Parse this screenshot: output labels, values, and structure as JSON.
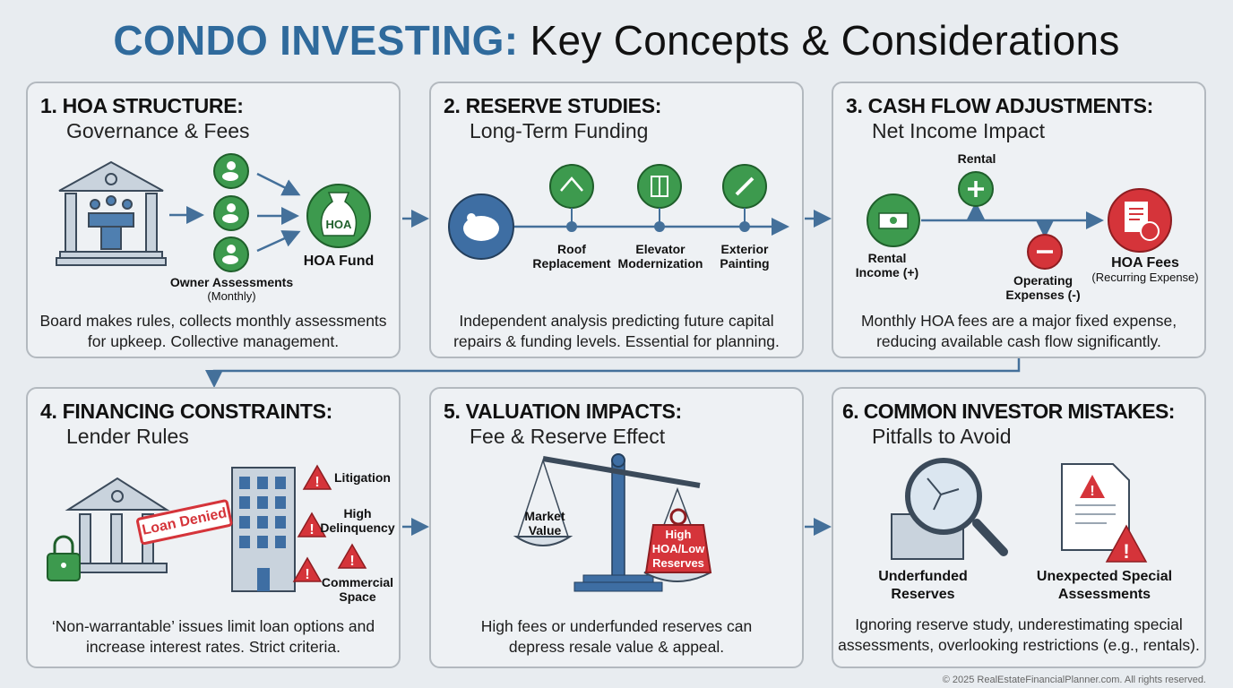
{
  "title": {
    "highlight": "CONDO INVESTING:",
    "rest": "Key Concepts & Considerations"
  },
  "panels": [
    {
      "heading": "1. HOA STRUCTURE:",
      "subheading": "Governance & Fees",
      "labels": {
        "owners": "Owner Assessments",
        "owners_sub": "(Monthly)",
        "fund": "HOA Fund",
        "fund_icon": "HOA"
      },
      "description": "Board makes rules, collects monthly assessments for upkeep. Collective management."
    },
    {
      "heading": "2. RESERVE STUDIES:",
      "subheading": "Long-Term Funding",
      "labels": {
        "roof": "Roof Replacement",
        "elevator": "Elevator Modernization",
        "painting": "Exterior Painting"
      },
      "description": "Independent analysis predicting future capital repairs & funding levels. Essential for planning."
    },
    {
      "heading": "3. CASH FLOW ADJUSTMENTS:",
      "subheading": "Net Income Impact",
      "labels": {
        "rental_top": "Rental",
        "income": "Rental Income (+)",
        "opex": "Operating Expenses (-)",
        "hoa": "HOA Fees",
        "hoa_sub": "(Recurring Expense)"
      },
      "description": "Monthly HOA fees are a major fixed expense, reducing available cash flow significantly."
    },
    {
      "heading": "4. FINANCING CONSTRAINTS:",
      "subheading": "Lender Rules",
      "labels": {
        "stamp": "Loan Denied",
        "litigation": "Litigation",
        "delinquency": "High Delinquency",
        "commercial": "Commercial Space"
      },
      "description": "‘Non-warrantable’ issues limit loan options and increase interest rates. Strict criteria."
    },
    {
      "heading": "5. VALUATION IMPACTS:",
      "subheading": "Fee & Reserve Effect",
      "labels": {
        "market": "Market Value",
        "weight": "High HOA/Low Reserves"
      },
      "description": "High fees or underfunded reserves can depress resale value & appeal."
    },
    {
      "heading": "6. COMMON INVESTOR MISTAKES:",
      "subheading": "Pitfalls to Avoid",
      "labels": {
        "underfunded": "Underfunded Reserves",
        "special": "Unexpected Special Assessments"
      },
      "description": "Ignoring reserve study, underestimating special assessments, overlooking restrictions (e.g., rentals)."
    }
  ],
  "footer": "© 2025 RealEstateFinancialPlanner.com. All rights reserved.",
  "colors": {
    "blue": "#2f6a9c",
    "green": "#3d9a4e",
    "red": "#d5343a",
    "steel": "#44709a"
  }
}
